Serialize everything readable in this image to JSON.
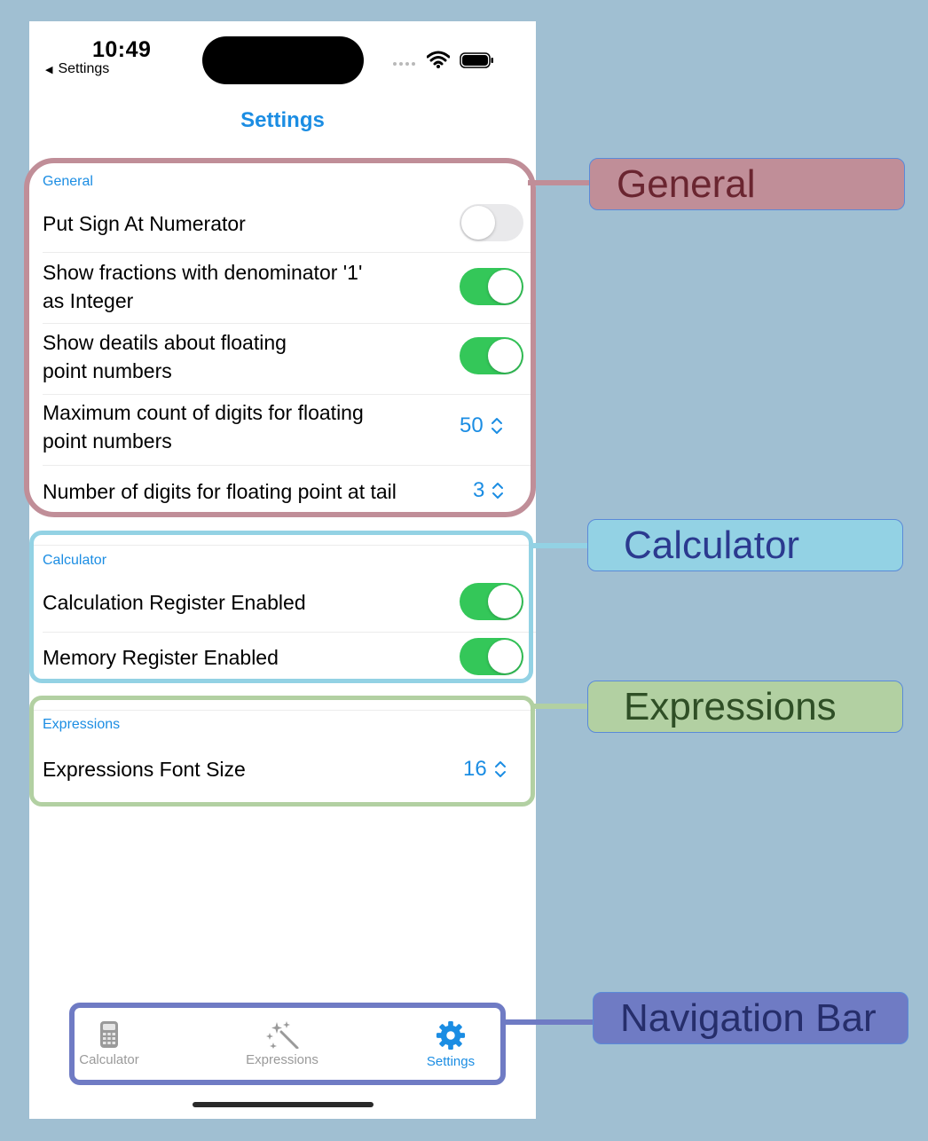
{
  "status_bar": {
    "time": "10:49",
    "back_label": "Settings"
  },
  "nav": {
    "title": "Settings"
  },
  "general": {
    "header": "General",
    "put_sign": {
      "label": "Put Sign At Numerator",
      "on": false
    },
    "show_fractions": {
      "label_line1": "Show fractions with denominator '1'",
      "label_line2": "as Integer",
      "on": true
    },
    "show_details": {
      "label_line1": "Show deatils about floating",
      "label_line2": "point numbers",
      "on": true
    },
    "max_digits": {
      "label_line1": "Maximum count of digits for floating",
      "label_line2": "point numbers",
      "value": "50"
    },
    "tail_digits": {
      "label": "Number of digits for floating point at tail",
      "value": "3"
    }
  },
  "calculator": {
    "header": "Calculator",
    "calc_register": {
      "label": "Calculation Register Enabled",
      "on": true
    },
    "memory_register": {
      "label": "Memory Register Enabled",
      "on": true
    }
  },
  "expressions": {
    "header": "Expressions",
    "font_size": {
      "label": "Expressions Font Size",
      "value": "16"
    }
  },
  "tab_bar": {
    "items": [
      {
        "label": "Calculator",
        "icon": "calculator-icon",
        "selected": false
      },
      {
        "label": "Expressions",
        "icon": "magic-wand-icon",
        "selected": false
      },
      {
        "label": "Settings",
        "icon": "gear-icon",
        "selected": true
      }
    ]
  },
  "callouts": {
    "general": "General",
    "calculator": "Calculator",
    "expressions": "Expressions",
    "navigation_bar": "Navigation Bar"
  },
  "colors": {
    "background": "#a0bfd2",
    "accent": "#1b8de3",
    "toggle_on": "#34c759",
    "general_callout": "#c08e98",
    "calculator_callout": "#93d2e4",
    "expressions_callout": "#b2d0a2",
    "navigation_callout": "#6f7bc4"
  }
}
